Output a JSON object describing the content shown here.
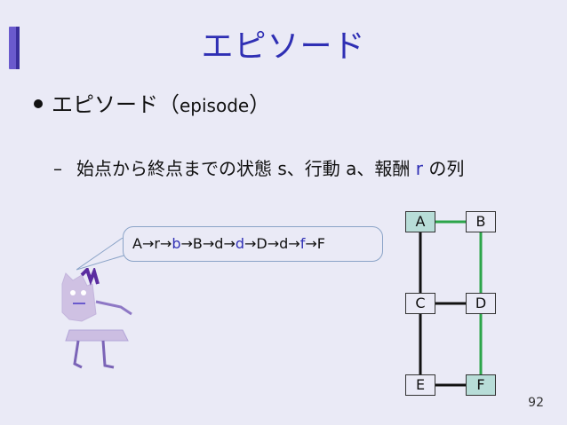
{
  "slide": {
    "title": "エピソード",
    "bullet": {
      "text": "エピソード（",
      "parenText": "episode",
      "close": "）"
    },
    "sub_bullet": {
      "dash": "–",
      "part1": "始点から終点までの状態",
      "s": "s",
      "sep1": "、行動",
      "a": "a",
      "sep2": "、報酬",
      "r": "r",
      "suffix": "の列"
    },
    "speech_bubble": {
      "t1": "A→r→",
      "t2": "b",
      "t3": "→B→d→",
      "t4": "d",
      "t5": "→D→d→",
      "t6": "f",
      "t7": "→F"
    },
    "graph": {
      "nodes": [
        {
          "id": "A",
          "label": "A",
          "highlighted": true
        },
        {
          "id": "B",
          "label": "B",
          "highlighted": false
        },
        {
          "id": "C",
          "label": "C",
          "highlighted": false
        },
        {
          "id": "D",
          "label": "D",
          "highlighted": false
        },
        {
          "id": "E",
          "label": "E",
          "highlighted": false
        },
        {
          "id": "F",
          "label": "F",
          "highlighted": true
        }
      ],
      "edges": [
        {
          "from": "A",
          "to": "B",
          "color": "#2ca54a"
        },
        {
          "from": "B",
          "to": "F",
          "color": "#2ca54a"
        },
        {
          "from": "A",
          "to": "E",
          "color": "#111111"
        },
        {
          "from": "C",
          "to": "D",
          "color": "#111111"
        },
        {
          "from": "E",
          "to": "F",
          "color": "#111111"
        }
      ]
    },
    "page_number": "92"
  }
}
